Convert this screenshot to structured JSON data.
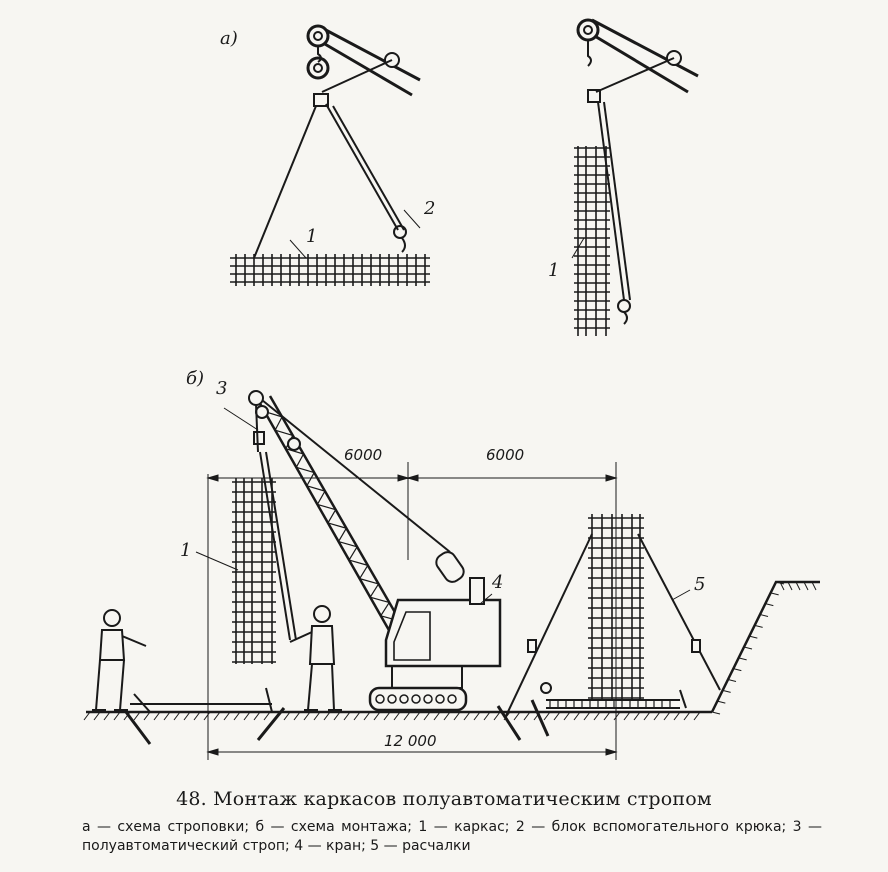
{
  "panels": {
    "a": "а)",
    "b": "б)"
  },
  "callouts": {
    "frame_a": "1",
    "hook_block": "2",
    "frame_a_vertical": "1",
    "sling": "3",
    "frame_b": "1",
    "crane": "4",
    "guy_ropes": "5"
  },
  "dimensions": {
    "left_span": "6000",
    "right_span": "6000",
    "total_span": "12 000"
  },
  "caption": {
    "number": "48.",
    "title": "Монтаж каркасов полуавтоматическим стропом",
    "legend": "а — схема строповки; б — схема монтажа; 1 — каркас; 2 — блок вспомогательного крюка; 3 — полуавтоматический строп; 4 — кран; 5 — расчалки"
  },
  "colors": {
    "ink": "#1a1a1a",
    "paper": "#f7f6f2"
  }
}
